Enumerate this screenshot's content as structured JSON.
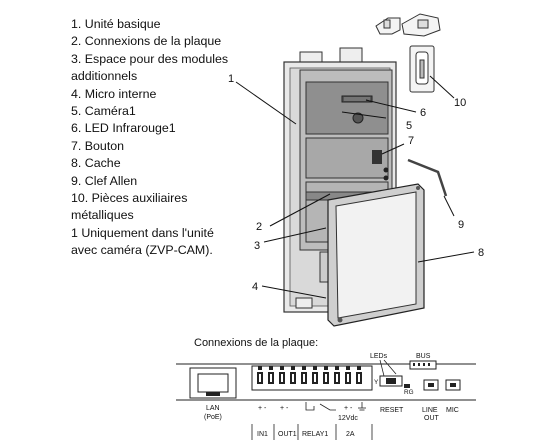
{
  "legend": [
    "1. Unité basique",
    "2. Connexions de la plaque",
    "3. Espace pour des modules",
    " additionnels",
    "4. Micro interne",
    "5. Caméra1",
    "6. LED Infrarouge1",
    "7. Bouton",
    "8. Cache",
    "9. Clef Allen",
    "10. Pièces auxiliaires",
    " métalliques",
    "1 Uniquement dans l'unité",
    " avec caméra (ZVP-CAM)."
  ],
  "callouts": {
    "n1": "1",
    "n2": "2",
    "n3": "3",
    "n4": "4",
    "n5": "5",
    "n6": "6",
    "n7": "7",
    "n8": "8",
    "n9": "9",
    "n10": "10"
  },
  "connector": {
    "title": "Connexions de la plaque:",
    "leds_label": "LEDs",
    "bus_label": "BUS",
    "y_label": "Y",
    "rg_label": "RG",
    "lan_label": "LAN",
    "poe_label": "(PoE)",
    "plus_minus": "+ -",
    "voltage_label": "12Vdc",
    "reset_label": "RESET",
    "line_label": "LINE",
    "out_label": "OUT",
    "mic_label": "MIC",
    "bottom_labels": [
      "IN1",
      "OUT1",
      "RELAY1",
      "2A"
    ]
  }
}
